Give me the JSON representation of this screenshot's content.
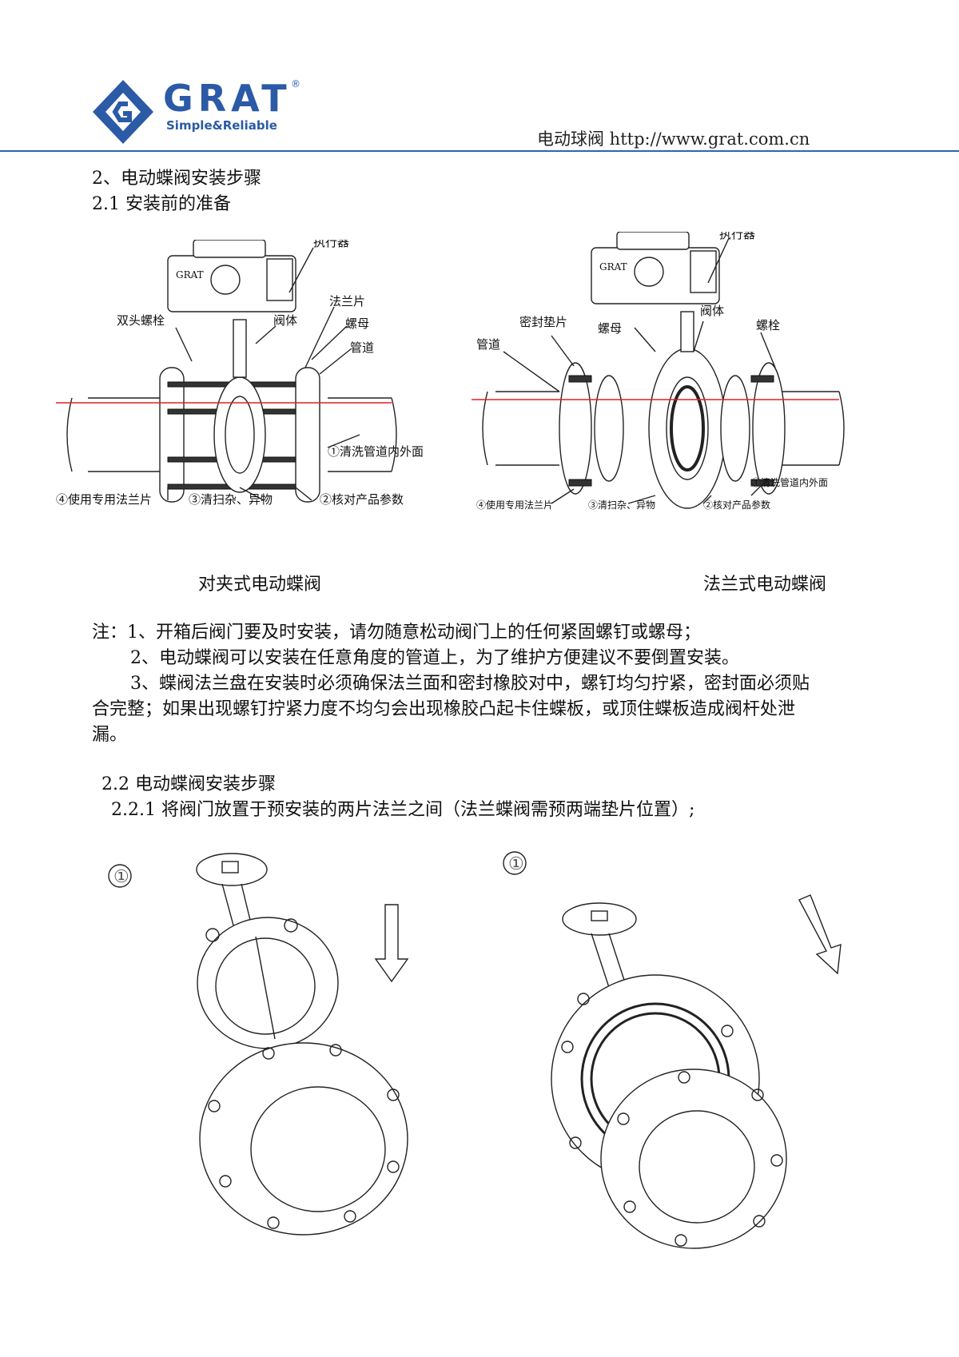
{
  "header": {
    "brand": "GRAT",
    "tagline": "Simple&Reliable",
    "registered_mark": "®",
    "right_text": "电动球阀 http://www.grat.com.cn",
    "accent_color": "#2f63b4"
  },
  "section": {
    "heading": "2、电动蝶阀安装步骤",
    "sub_heading": "2.1  安装前的准备"
  },
  "figures": {
    "wafer": {
      "caption": "对夹式电动蝶阀",
      "labels": {
        "actuator": "执行器",
        "flange": "法兰片",
        "stud_bolt": "双头螺栓",
        "valve_body": "阀体",
        "nut": "螺母",
        "pipe": "管道",
        "step1": "①清洗管道内外面",
        "step2": "②核对产品参数",
        "step3": "③清扫杂、异物",
        "step4": "④使用专用法兰片"
      }
    },
    "flanged": {
      "caption": "法兰式电动蝶阀",
      "labels": {
        "actuator": "执行器",
        "gasket": "密封垫片",
        "valve_body": "阀体",
        "nut": "螺母",
        "bolt": "螺栓",
        "pipe": "管道",
        "step1": "①清洗管道内外面",
        "step2": "②核对产品参数",
        "step3": "③清扫杂、异物",
        "step4": "④使用专用法兰片"
      }
    }
  },
  "notes": {
    "line1": "注：1、开箱后阀门要及时安装，请勿随意松动阀门上的任何紧固螺钉或螺母；",
    "line2": "2、电动蝶阀可以安装在任意角度的管道上，为了维护方便建议不要倒置安装。",
    "line3": "3、蝶阀法兰盘在安装时必须确保法兰面和密封橡胶对中，螺钉均匀拧紧，密封面必须贴",
    "line4": "合完整；如果出现螺钉拧紧力度不均匀会出现橡胶凸起卡住蝶板，或顶住蝶板造成阀杆处泄",
    "line5": "漏。"
  },
  "steps": {
    "heading": "2.2  电动蝶阀安装步骤",
    "step_2_2_1": "2.2.1 将阀门放置于预安装的两片法兰之间（法兰蝶阀需预两端垫片位置）;",
    "marker_left": "①",
    "marker_right": "①"
  }
}
